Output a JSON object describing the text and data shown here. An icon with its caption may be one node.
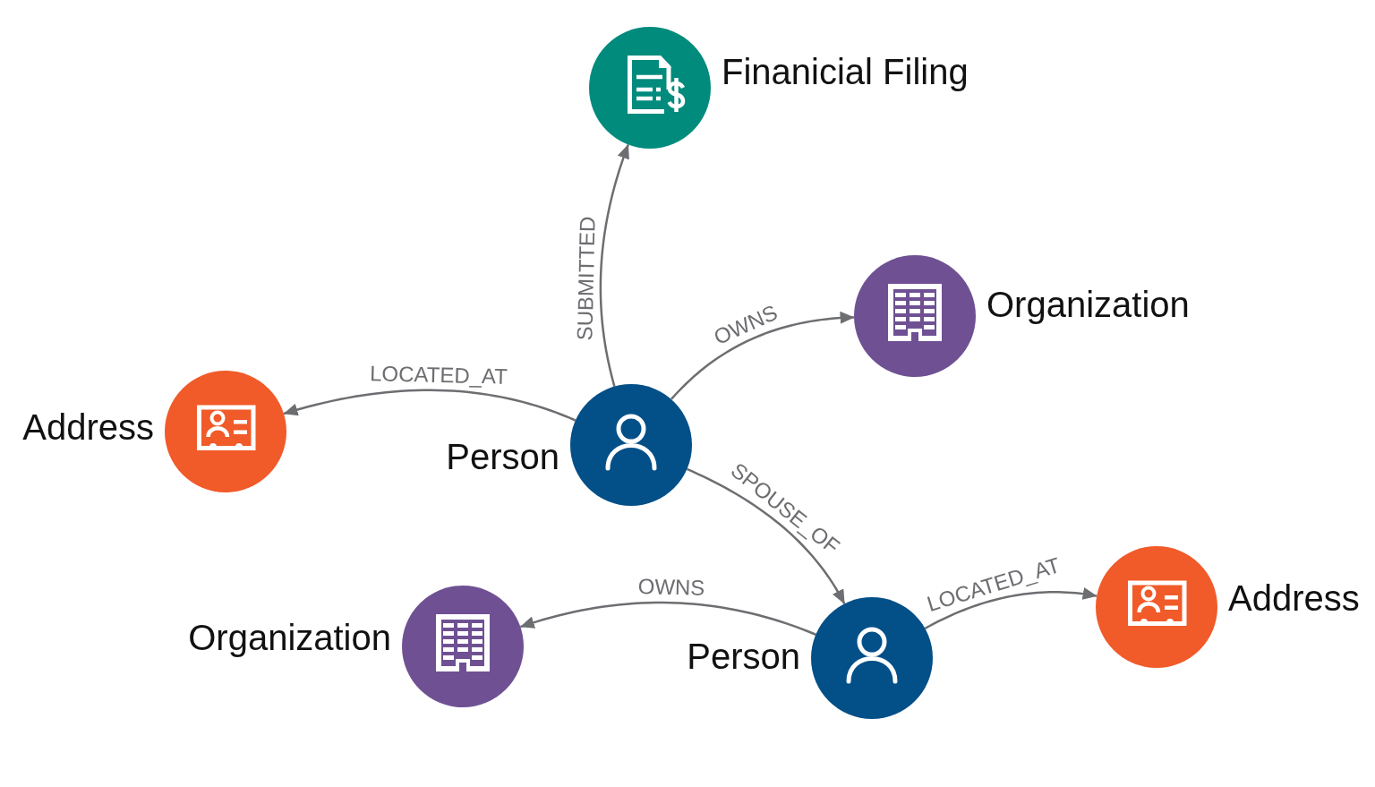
{
  "diagram": {
    "nodes": [
      {
        "text": [
          "Finanicial Filing"
        ]
      },
      {
        "text": [
          "Organization"
        ]
      },
      {
        "text": [
          "Address"
        ]
      },
      {
        "text": [
          "Person"
        ]
      },
      {
        "text": [
          "Organization"
        ]
      },
      {
        "text": [
          "Person"
        ]
      },
      {
        "text": [
          "Address"
        ]
      }
    ],
    "edges": [
      {
        "from": 3,
        "to": 0,
        "arrow": "to",
        "label": "SUBMITTED"
      },
      {
        "from": 3,
        "to": 1,
        "arrow": "to",
        "label": "OWNS"
      },
      {
        "from": 3,
        "to": 2,
        "arrow": "to",
        "label": "LOCATED_AT"
      },
      {
        "from": 3,
        "to": 5,
        "arrow": "to",
        "label": "SPOUSE_OF"
      },
      {
        "from": 5,
        "to": 4,
        "arrow": "to",
        "label": "OWNS"
      },
      {
        "from": 5,
        "to": 6,
        "arrow": "to",
        "label": "LOCATED_AT"
      }
    ]
  }
}
